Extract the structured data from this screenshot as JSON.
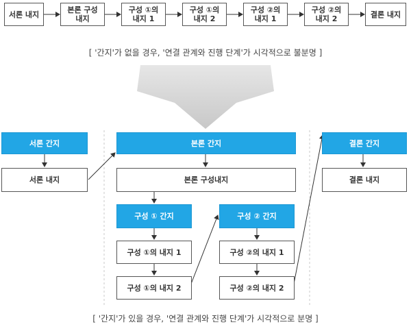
{
  "top_flow": [
    "서론 내지",
    "본론 구성\n내지",
    "구성 ①의\n내지 1",
    "구성 ①의\n내지 2",
    "구성 ②의\n내지 1",
    "구성 ②의\n내지 2",
    "결론 내지"
  ],
  "caption_top": "[ '간지'가 없을 경우, '연결 관계와 진행 단계'가 시각적으로 불분명 ]",
  "intro": {
    "divider": "서론 간지",
    "content": "서론 내지"
  },
  "body": {
    "divider": "본론 간지",
    "content": "본론 구성내지",
    "part1": {
      "divider": "구성 ① 간지",
      "page1": "구성 ①의 내지 1",
      "page2": "구성 ①의 내지 2"
    },
    "part2": {
      "divider": "구성 ② 간지",
      "page1": "구성 ②의 내지 1",
      "page2": "구성 ②의 내지 2"
    }
  },
  "conclusion": {
    "divider": "결론 간지",
    "content": "결론 내지"
  },
  "caption_bottom": "[ '간지'가 있을 경우, '연결 관계와 진행 단계'가 시각적으로 분명 ]",
  "colors": {
    "divider_fill": "#22a6e5",
    "box_border": "#555555",
    "arrow": "#333333",
    "funnel": "#d4d4d4"
  }
}
